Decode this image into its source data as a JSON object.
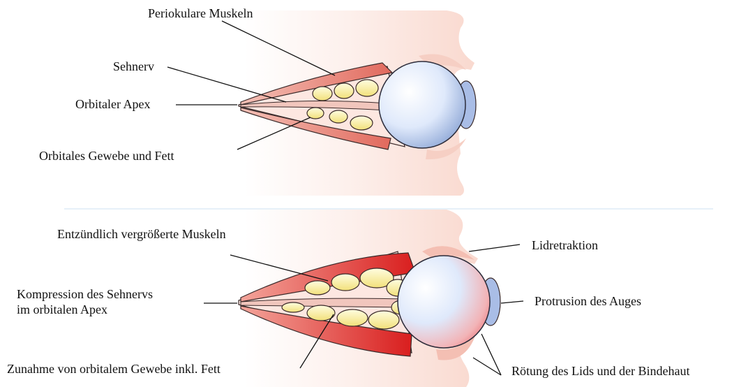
{
  "top_panel": {
    "labels": {
      "periocular_muscles": "Periokulare Muskeln",
      "optic_nerve": "Sehnerv",
      "orbital_apex": "Orbitaler Apex",
      "orbital_tissue_fat": "Orbitales Gewebe und Fett"
    }
  },
  "bottom_panel": {
    "labels": {
      "enlarged_muscles": "Entzündlich vergrößerte Muskeln",
      "nerve_compression": "Kompression des Sehnervs\nim orbitalen Apex",
      "tissue_increase": "Zunahme von orbitalem Gewebe inkl. Fett",
      "lid_retraction": "Lidretraktion",
      "protrusion": "Protrusion des Auges",
      "redness": "Rötung des Lids und der Bindehaut"
    }
  },
  "colors": {
    "skin": "#fbe3dc",
    "muscle_normal": "#e9877a",
    "muscle_inflamed": "#e53935",
    "fat": "#f7ec9c",
    "eyeball": "#dfe9fb",
    "nerve": "#f1c6bd",
    "divider": "#e6f0f8"
  }
}
